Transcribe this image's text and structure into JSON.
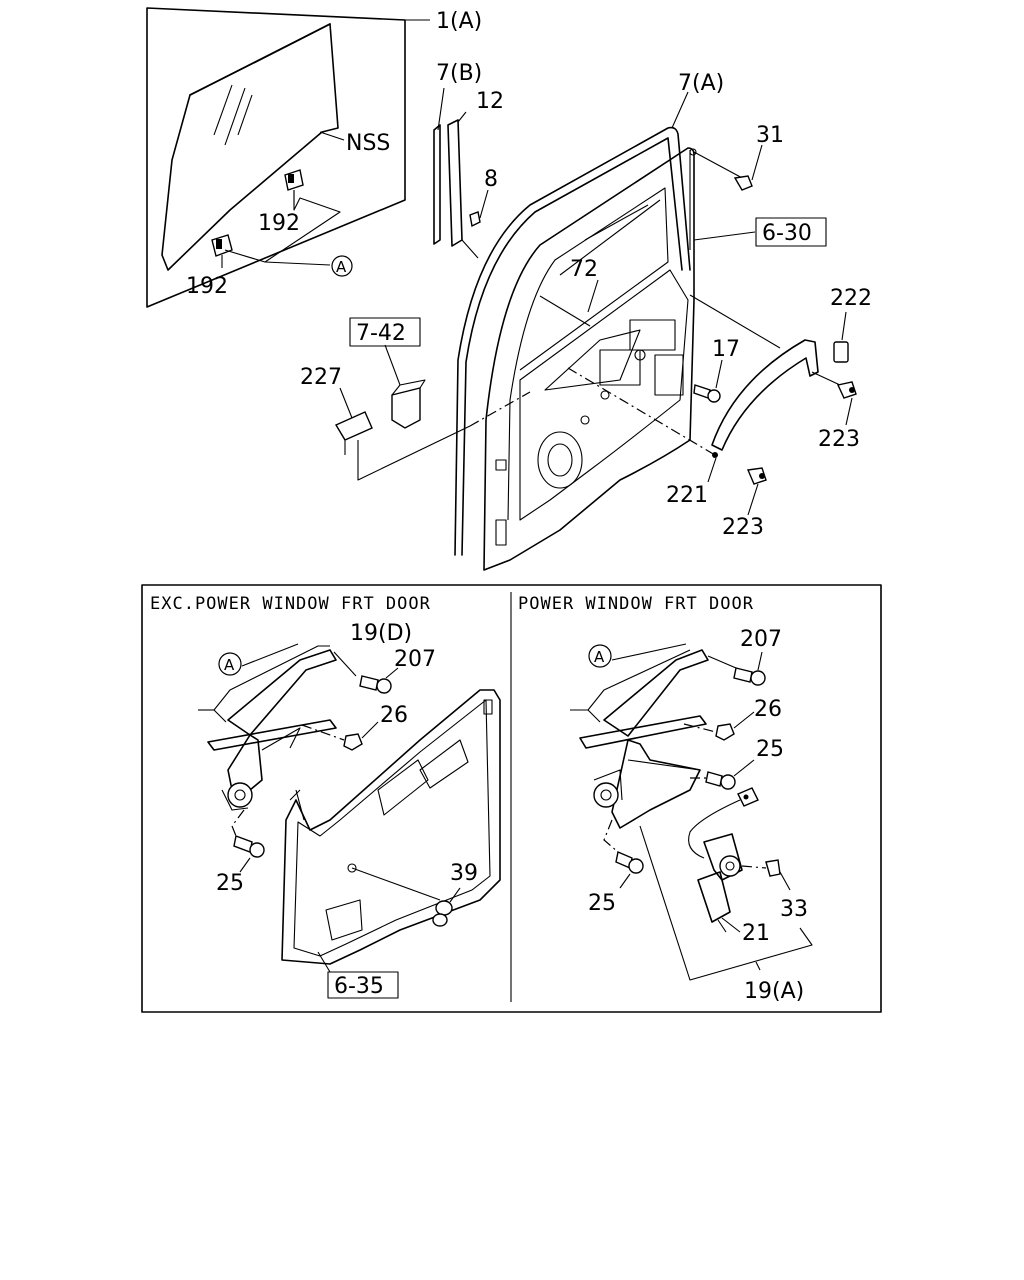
{
  "callouts": {
    "glass_assy": "1(A)",
    "nss": "NSS",
    "glass_clip_a": "192",
    "glass_clip_b": "192",
    "marker_a": "A",
    "run_b": "7(B)",
    "run_a": "7(A)",
    "part_12": "12",
    "part_8": "8",
    "part_31": "31",
    "part_72": "72",
    "part_17": "17",
    "part_222": "222",
    "part_223_a": "223",
    "part_223_b": "223",
    "part_221": "221",
    "part_227": "227"
  },
  "references": {
    "ref_6_30": "6-30",
    "ref_7_42": "7-42",
    "ref_6_35": "6-35"
  },
  "lower_left": {
    "heading": "EXC.POWER WINDOW FRT DOOR",
    "marker": "A",
    "regulator": "19(D)",
    "bolt_207": "207",
    "nut_26": "26",
    "bolt_25": "25",
    "clip_39": "39"
  },
  "lower_right": {
    "heading": "POWER WINDOW FRT DOOR",
    "marker": "A",
    "bolt_207": "207",
    "nut_26": "26",
    "bolt_25_top": "25",
    "bolt_25_bottom": "25",
    "screw_33": "33",
    "motor_21": "21",
    "regulator": "19(A)"
  }
}
